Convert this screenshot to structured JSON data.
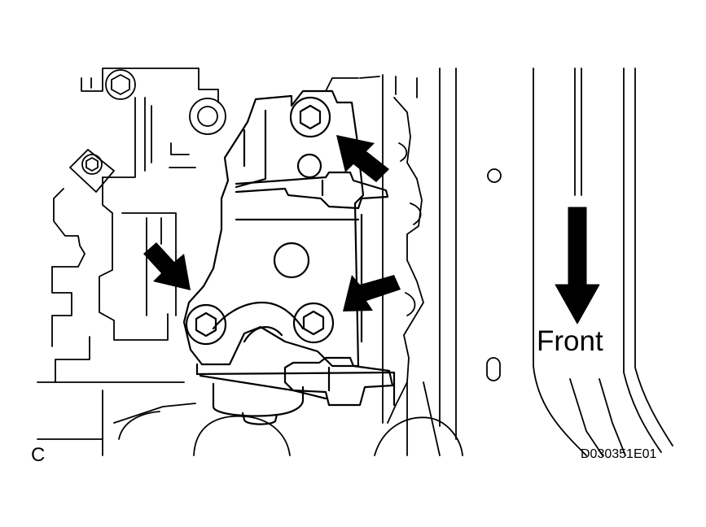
{
  "labels": {
    "direction": "Front",
    "view_letter": "C",
    "figure_code": "D030351E01"
  },
  "colors": {
    "line": "#000000",
    "background": "#ffffff"
  },
  "icons": [
    "bolt-icon",
    "arrow-icon",
    "front-direction-arrow-icon"
  ]
}
